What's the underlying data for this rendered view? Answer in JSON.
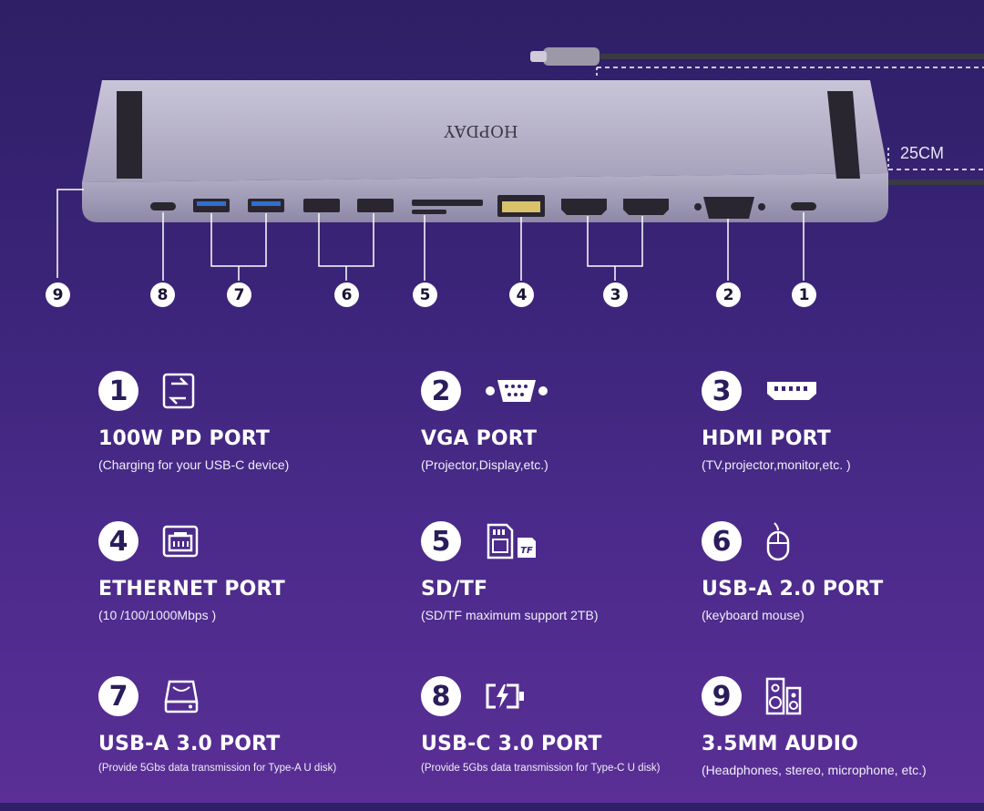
{
  "brand": "HOPDAY",
  "cable_length": "25CM",
  "callouts": [
    "1",
    "2",
    "3",
    "4",
    "5",
    "6",
    "7",
    "8",
    "9"
  ],
  "features": [
    {
      "num": "1",
      "icon": "usb-c-pd-icon",
      "title": "100W PD PORT",
      "desc": "(Charging for your USB-C device)"
    },
    {
      "num": "2",
      "icon": "vga-connector-icon",
      "title": "VGA PORT",
      "desc": "(Projector,Display,etc.)"
    },
    {
      "num": "3",
      "icon": "hdmi-connector-icon",
      "title": "HDMI PORT",
      "desc": "(TV.projector,monitor,etc. )"
    },
    {
      "num": "4",
      "icon": "ethernet-port-icon",
      "title": "ETHERNET PORT",
      "desc": "(10 /100/1000Mbps )"
    },
    {
      "num": "5",
      "icon": "sd-tf-card-icon",
      "title": "SD/TF",
      "desc": "(SD/TF maximum support 2TB)"
    },
    {
      "num": "6",
      "icon": "mouse-icon",
      "title": "USB-A 2.0 PORT",
      "desc": "(keyboard mouse)"
    },
    {
      "num": "7",
      "icon": "hard-drive-icon",
      "title": "USB-A 3.0 PORT",
      "desc": "(Provide 5Gbs data transmission for Type-A U disk)"
    },
    {
      "num": "8",
      "icon": "battery-charging-icon",
      "title": "USB-C 3.0 PORT",
      "desc": "(Provide 5Gbs data transmission for Type-C U disk)"
    },
    {
      "num": "9",
      "icon": "speaker-icon",
      "title": "3.5MM AUDIO",
      "desc": "(Headphones, stereo, microphone, etc.)"
    }
  ]
}
